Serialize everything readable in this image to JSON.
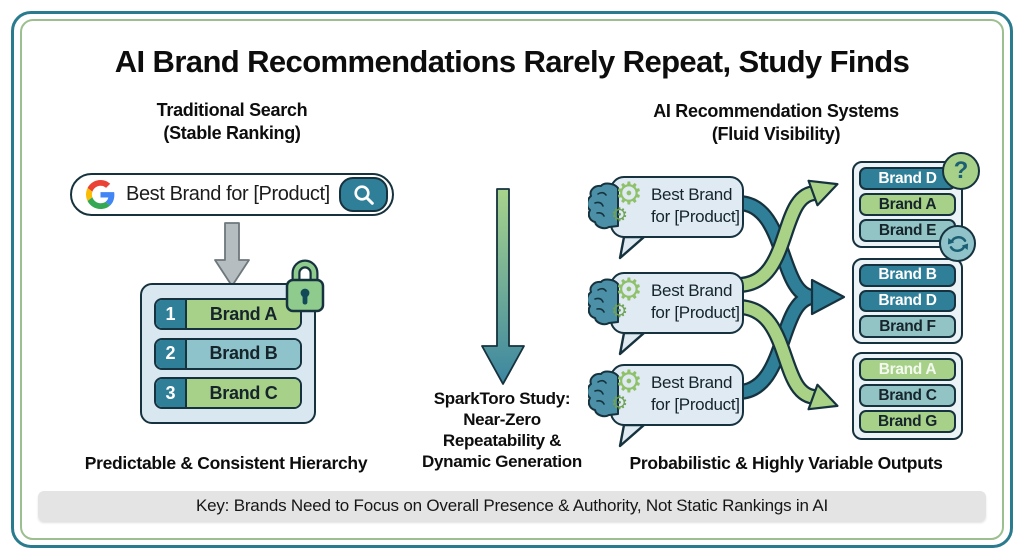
{
  "palette": {
    "teal_dark": "#2F7F99",
    "teal_light": "#92C4C6",
    "green": "#A7D189",
    "outline": "#16323E",
    "bubble_bg": "#DFEAF2",
    "panel_bg": "#D9E8F0",
    "frame_teal": "#2A7B8E",
    "frame_green": "#9CBF90",
    "key_bg": "#E4E4E4"
  },
  "icons": {
    "gear": "⚙",
    "question_badge": "?"
  },
  "title": "AI Brand Recommendations Rarely Repeat, Study Finds",
  "left": {
    "heading_line1": "Traditional Search",
    "heading_line2": "(Stable Ranking)",
    "search": {
      "query": "Best Brand for [Product]"
    },
    "ranking": [
      {
        "rank": "1",
        "label": "Brand A",
        "variant": "green"
      },
      {
        "rank": "2",
        "label": "Brand B",
        "variant": "light-teal"
      },
      {
        "rank": "3",
        "label": "Brand C",
        "variant": "green"
      }
    ],
    "caption": "Predictable & Consistent Hierarchy"
  },
  "middle": {
    "note_line1": "SparkToro Study:",
    "note_line2": "Near-Zero",
    "note_line3": "Repeatability &",
    "note_line4": "Dynamic Generation"
  },
  "right": {
    "heading_line1": "AI Recommendation Systems",
    "heading_line2": "(Fluid Visibility)",
    "prompts": [
      {
        "line1": "Best Brand",
        "line2": "for [Product]"
      },
      {
        "line1": "Best Brand",
        "line2": "for [Product]"
      },
      {
        "line1": "Best Brand",
        "line2": "for [Product]"
      }
    ],
    "boxes": [
      {
        "brands": [
          {
            "label": "Brand D",
            "variant": "dark-teal"
          },
          {
            "label": "Brand A",
            "variant": "green"
          },
          {
            "label": "Brand E",
            "variant": "light-teal"
          }
        ]
      },
      {
        "brands": [
          {
            "label": "Brand B",
            "variant": "dark-teal"
          },
          {
            "label": "Brand D",
            "variant": "dark-teal"
          },
          {
            "label": "Brand F",
            "variant": "light-teal"
          }
        ]
      },
      {
        "brands": [
          {
            "label": "Brand A",
            "variant": "green-white"
          },
          {
            "label": "Brand C",
            "variant": "light-teal"
          },
          {
            "label": "Brand G",
            "variant": "green"
          }
        ]
      }
    ],
    "caption": "Probabilistic & Highly Variable Outputs"
  },
  "footer": {
    "key_text": "Key: Brands Need to Focus on Overall Presence & Authority, Not Static Rankings in AI"
  }
}
